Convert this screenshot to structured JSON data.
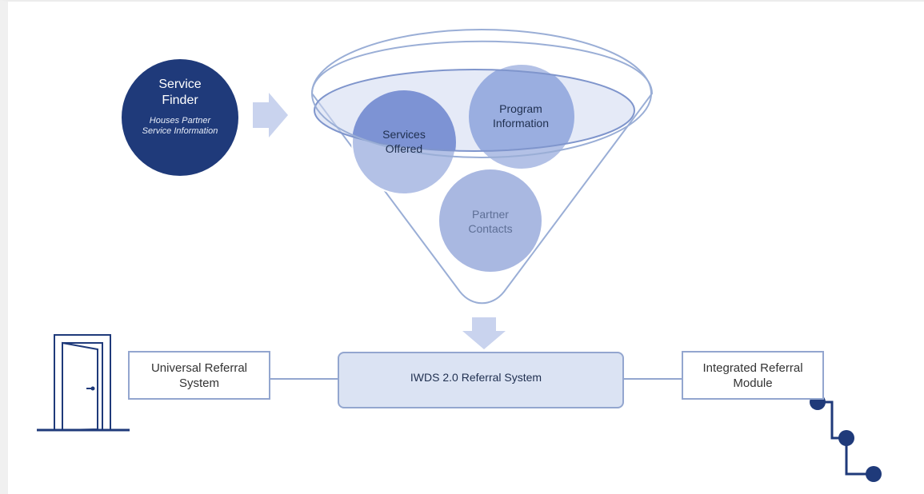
{
  "service_finder": {
    "title": "Service\nFinder",
    "subtitle": "Houses Partner Service Information"
  },
  "funnel": {
    "services_offered": "Services Offered",
    "program_information": "Program Information",
    "partner_contacts": "Partner Contacts"
  },
  "referral": {
    "universal": "Universal Referral System",
    "main": "IWDS 2.0 Referral System",
    "integrated": "Integrated Referral Module"
  },
  "icons": [
    "door-icon",
    "house-icon",
    "connector-path-icon",
    "right-arrow-icon",
    "down-arrow-icon"
  ],
  "colors": {
    "navy": "#1f3a7a",
    "funnel_stroke": "#9aaed6",
    "bubble_light": "#b3c1e6",
    "bubble_dark": "#7d93d4",
    "box_border": "#93a6cf",
    "main_fill": "#dbe3f3"
  }
}
